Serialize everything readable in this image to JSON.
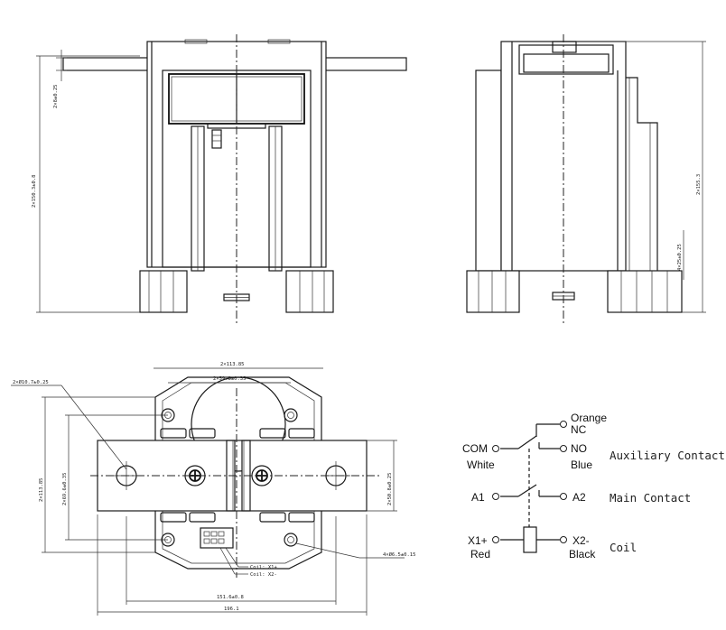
{
  "front_view": {
    "dim_height": "2×150.3±0.8",
    "dim_terminal": "2×8±0.25"
  },
  "side_view": {
    "dim_height": "2×155.3",
    "dim_foot": "4×25±0.25"
  },
  "bottom_view": {
    "dim_width_top": "2×113.85",
    "dim_width_inner": "2×59.8±0.35",
    "dim_hole_large": "2×Ø10.7±0.25",
    "dim_left_outer": "2×113.85",
    "dim_left_inner": "2×69.6±0.35",
    "dim_right": "2×50.8±0.25",
    "dim_hole_small": "4×Ø6.5±0.15",
    "dim_bottom_inner": "151.6±0.8",
    "dim_bottom_outer": "196.1",
    "coil_pos": "Coil: X1+",
    "coil_neg": "Coil: X2-"
  },
  "schematic": {
    "orange": "Orange",
    "nc": "NC",
    "com": "COM",
    "white": "White",
    "no": "NO",
    "blue": "Blue",
    "auxiliary": "Auxiliary Contact",
    "a1": "A1",
    "a2": "A2",
    "main": "Main Contact",
    "x1": "X1+",
    "red": "Red",
    "x2": "X2-",
    "black": "Black",
    "coil": "Coil"
  }
}
